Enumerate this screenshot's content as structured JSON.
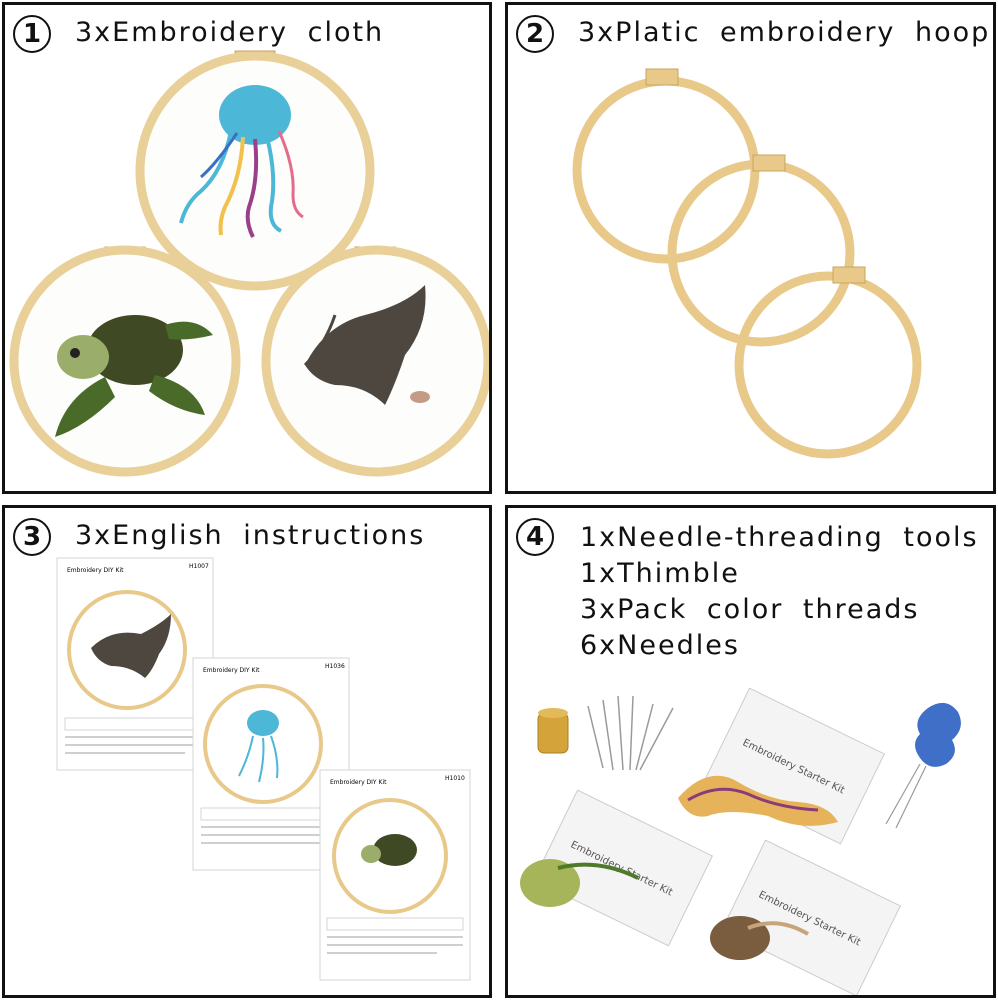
{
  "panels": [
    {
      "number": "1",
      "title": "3xEmbroidery cloth"
    },
    {
      "number": "2",
      "title": "3xPlatic embroidery hoop"
    },
    {
      "number": "3",
      "title": "3xEnglish instructions"
    },
    {
      "number": "4",
      "lines": [
        "1xNeedle-threading tools",
        "1xThimble",
        "3xPack color threads",
        "6xNeedles"
      ]
    }
  ],
  "instruction_sheets": [
    {
      "header": "Embroidery DIY Kit",
      "code": "H1007"
    },
    {
      "header": "Embroidery DIY Kit",
      "code": "H1036"
    },
    {
      "header": "Embroidery DIY Kit",
      "code": "H1010"
    }
  ],
  "thread_cards": [
    {
      "label": "Embroidery Starter Kit"
    },
    {
      "label": "Embroidery Starter Kit"
    },
    {
      "label": "Embroidery Starter Kit"
    }
  ]
}
